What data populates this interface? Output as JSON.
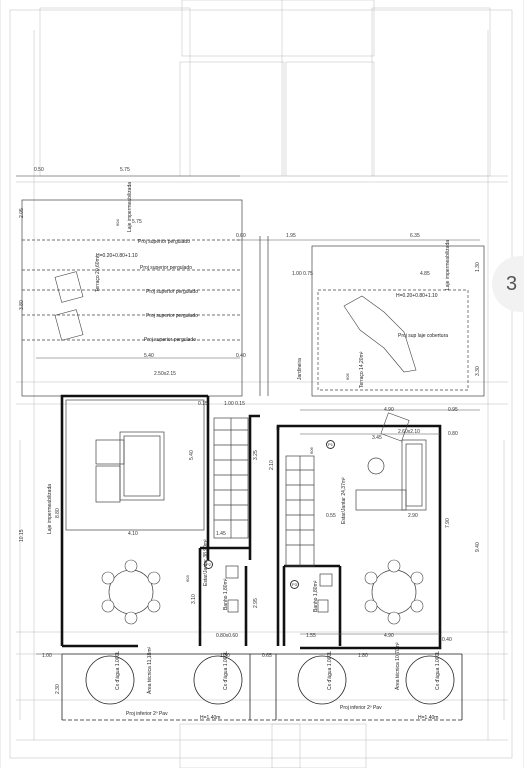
{
  "labels": {
    "proj_superior_pergulado": "Proj superior pergulado",
    "proj_sup_laje_cobertura": "Proj sup laje cobertura",
    "proj_inferior_2pav": "Proj inferior 2º Pav",
    "laje_impermeabilizada": "Laje impermeabilizada",
    "terraco_left": "Terraço 20,60m²",
    "terraco_right": "Terraço 14,20m²",
    "jardineira": "Jardineira",
    "estar_left": "Estar/Jantar 38,90m²",
    "estar_right": "Estar/Jantar 24,37m²",
    "banho_left": "Banho 1,80m²",
    "banho_right": "Banho 1,80m²",
    "area_tecnica_left": "Área técnica 11,18m²",
    "area_tecnica_right": "Área técnica 10,70m²",
    "cx_agua": "Cx d'água 1.000L",
    "h_window_top": "H=0.20+0.80+1.10",
    "h_window_right": "H=0.20+0.80+1.10",
    "h_bottom_left": "H=1.40m",
    "h_bottom_right": "H=1.40m",
    "page_number": "3",
    "marker_p1": "P1",
    "marker_p2": "P2",
    "marker_p3": "P3",
    "marker_604": "604",
    "marker_603": "603",
    "marker_605": "605",
    "marker_606": "606"
  },
  "dimensions": {
    "d0_50": "0.50",
    "d5_75_top": "5.75",
    "d5_75": "5.75",
    "d0_60": "0.60",
    "d1_95": "1.95",
    "d6_35": "6.35",
    "d2_05": "2.05",
    "d3_80": "3.80",
    "d5_40": "5.40",
    "d1_00_0_75": "1.00 0.75",
    "d4_85": "4.85",
    "d1_30": "1.30",
    "d0_40": "0.40",
    "d2_50x2_15": "2.50x2.15",
    "d1_00_0_15": "1.00 0.15",
    "d0_15": "0.15",
    "d4_90": "4.90",
    "d0_95": "0.95",
    "d3_30": "3.30",
    "d3_45": "3.45",
    "d2_60x2_10": "2.60x2.10",
    "d0_80": "0.80",
    "d5_40_v": "5.40",
    "d8_80": "8.80",
    "d10_15": "10.15",
    "d4_10": "4.10",
    "d1_45": "1.45",
    "d3_10": "3.10",
    "d2_90": "2.90",
    "d7_90": "7.90",
    "d9_40": "9.40",
    "d1_55": "1.55",
    "d0_40b": "0.40",
    "d0_80x0_60": "0.80x0.60",
    "d4_90b": "4.90",
    "d1_00": "1.00",
    "d1_30b": "1.30",
    "d0_65": "0.65",
    "d1_80": "1.80",
    "d2_30": "2.30",
    "d3_25": "3.25",
    "d2_95": "2.95",
    "d2_10": "2.10",
    "d0_55": "0.55"
  }
}
